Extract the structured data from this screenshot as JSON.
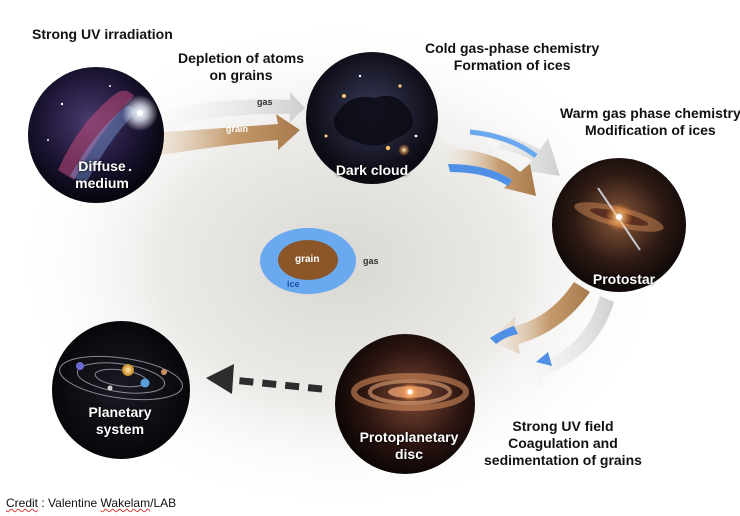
{
  "stages": {
    "diffuse": {
      "label": [
        "Diffuse",
        "medium"
      ]
    },
    "dark_cloud": {
      "label": [
        "Dark cloud"
      ]
    },
    "protostar": {
      "label": [
        "Protostar"
      ]
    },
    "disc": {
      "label": [
        "Protoplanetary",
        "disc"
      ]
    },
    "planetary": {
      "label": [
        "Planetary",
        "system"
      ]
    }
  },
  "annotations": {
    "uv_irradiation": [
      "Strong UV irradiation"
    ],
    "depletion": [
      "Depletion of atoms",
      "on grains"
    ],
    "cold_chem": [
      "Cold gas-phase chemistry",
      "Formation of ices"
    ],
    "warm_chem": [
      "Warm gas phase chemistry",
      "Modification of ices"
    ],
    "uv_field": [
      "Strong UV field",
      "Coagulation and",
      "sedimentation of grains"
    ]
  },
  "arrow_tags": {
    "gas": "gas",
    "grain": "grain",
    "ice": "ice"
  },
  "legend": {
    "grain": "grain",
    "gas": "gas",
    "ice": "ice"
  },
  "credit": {
    "prefix": "Credit",
    "separator": " : ",
    "author": "Valentine",
    "space": " ",
    "author_last": "Wakelam",
    "suffix": "/LAB"
  },
  "colors": {
    "grain": "#8a5628",
    "ice": "#6aa8f0",
    "arrow_tan": "#c9a77e",
    "arrow_blue": "#4f8fe6",
    "dashed_arrow": "#2d2d2d"
  }
}
